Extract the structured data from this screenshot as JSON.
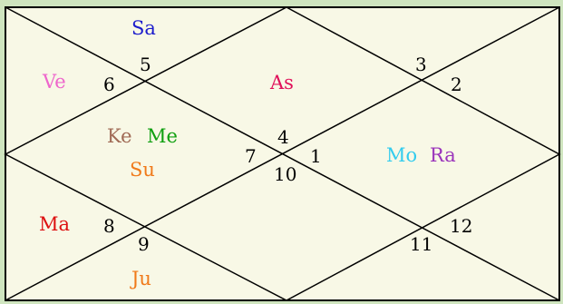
{
  "chart": {
    "border_color": "#000000",
    "background": "#f8f8e6",
    "frame_color": "#cfe5bf",
    "house_numbers": {
      "h1": "1",
      "h2": "2",
      "h3": "3",
      "h4": "4",
      "h5": "5",
      "h6": "6",
      "h7": "7",
      "h8": "8",
      "h9": "9",
      "h10": "10",
      "h11": "11",
      "h12": "12"
    },
    "planets": {
      "sa": {
        "label": "Sa",
        "color": "#1c1ccc"
      },
      "ve": {
        "label": "Ve",
        "color": "#ee66cc"
      },
      "as": {
        "label": "As",
        "color": "#e0105a"
      },
      "ke": {
        "label": "Ke",
        "color": "#a06a55"
      },
      "me": {
        "label": "Me",
        "color": "#10a010"
      },
      "su": {
        "label": "Su",
        "color": "#f07a1a"
      },
      "mo": {
        "label": "Mo",
        "color": "#33ccee"
      },
      "ra": {
        "label": "Ra",
        "color": "#9a33bb"
      },
      "ma": {
        "label": "Ma",
        "color": "#dd1111"
      },
      "ju": {
        "label": "Ju",
        "color": "#f07a1a"
      }
    }
  }
}
